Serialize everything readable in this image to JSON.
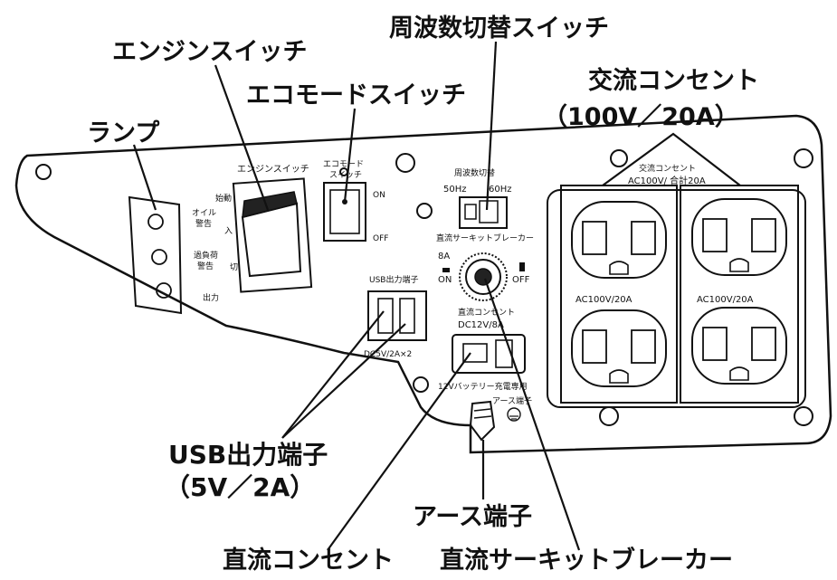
{
  "callouts": {
    "engine_switch": "エンジンスイッチ",
    "eco_mode_switch": "エコモードスイッチ",
    "frequency_switch": "周波数切替スイッチ",
    "ac_outlet": "交流コンセント",
    "ac_outlet_rating": "（100V／20A）",
    "lamp": "ランプ",
    "usb_port": "USB出力端子",
    "usb_rating": "（5V／2A）",
    "earth_terminal": "アース端子",
    "dc_outlet": "直流コンセント",
    "dc_breaker": "直流サーキットブレーカー"
  },
  "panel": {
    "lamp_labels": [
      "オイル",
      "警告",
      "過負荷",
      "警告",
      "出力"
    ],
    "engine_switch_label": "エンジンスイッチ",
    "engine_states": [
      "始動",
      "入",
      "切"
    ],
    "eco_label_1": "エコモード",
    "eco_label_2": "スイッチ",
    "eco_on": "ON",
    "eco_off": "OFF",
    "freq_label": "周波数切替",
    "freq_50": "50Hz",
    "freq_60": "60Hz",
    "breaker_label": "直流サーキットブレーカー",
    "breaker_rating": "8A",
    "breaker_on": "ON",
    "breaker_off": "OFF",
    "usb_label": "USB出力端子",
    "usb_spec": "DC5V/2A×2",
    "dc_outlet_label": "直流コンセント",
    "dc_outlet_rating": "DC12V/8A",
    "dc_outlet_note": "12Vバッテリー充電専用",
    "earth_label": "アース端子",
    "ac_label_1": "交流コンセント",
    "ac_label_2": "AC100V/ 合計20A",
    "ac_outlet_rating_left": "AC100V/20A",
    "ac_outlet_rating_right": "AC100V/20A"
  }
}
